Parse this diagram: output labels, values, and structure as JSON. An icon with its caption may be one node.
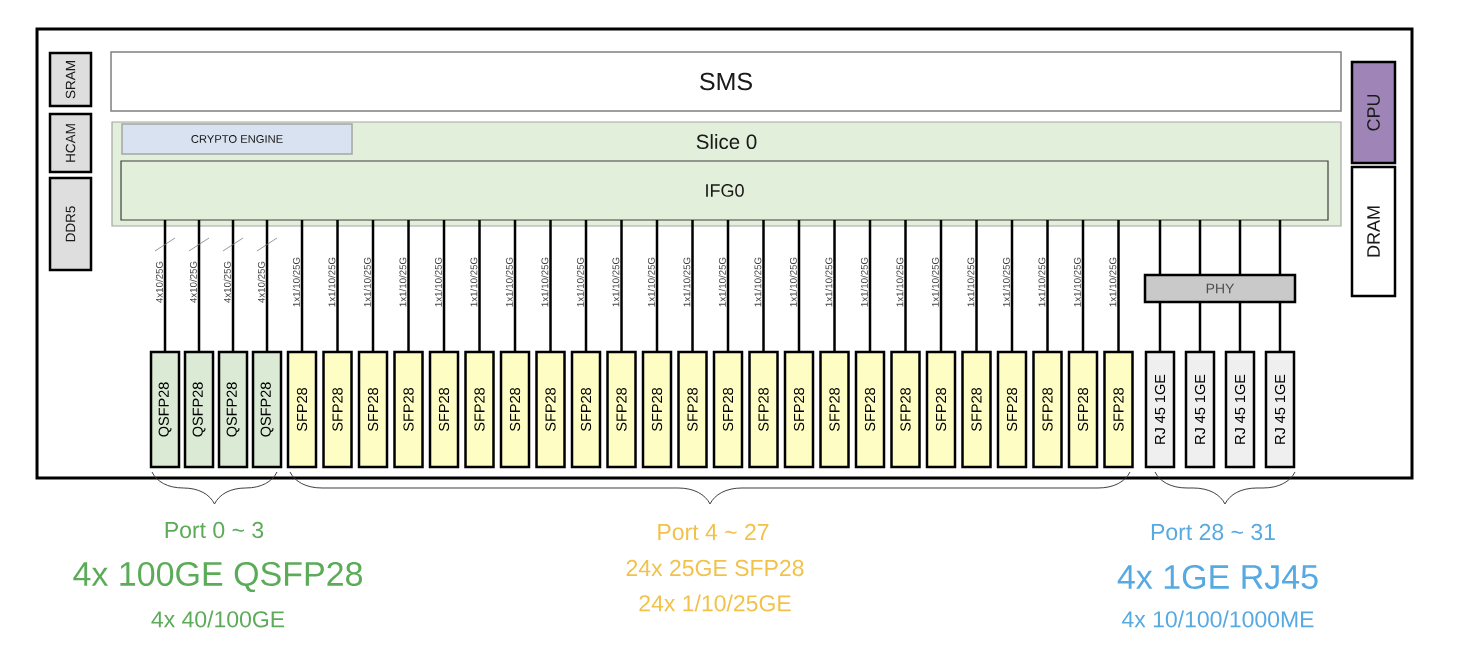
{
  "diagram": {
    "nodes": [
      {
        "text": [],
        "shape": "box"
      },
      {
        "text": [
          "SRAM"
        ],
        "in": 0
      },
      {
        "text": [
          "HCAM"
        ],
        "in": 0
      },
      {
        "text": [
          "DDR5"
        ],
        "in": 0
      },
      {
        "text": [
          "SMS"
        ],
        "in": 0
      },
      {
        "text": [
          "Slice 0"
        ],
        "in": 0
      },
      {
        "text": [
          "CRYPTO ENGINE"
        ],
        "in": 5
      },
      {
        "text": [
          "IFG0"
        ],
        "in": 5
      },
      {
        "text": [
          "CPU"
        ],
        "in": 0
      },
      {
        "text": [
          "DRAM"
        ],
        "in": 0
      },
      {
        "text": [
          "PHY"
        ],
        "in": 0
      },
      {
        "text": [
          "QSFP28"
        ],
        "in": 0
      },
      {
        "text": [
          "QSFP28"
        ],
        "in": 0
      },
      {
        "text": [
          "QSFP28"
        ],
        "in": 0
      },
      {
        "text": [
          "QSFP28"
        ],
        "in": 0
      },
      {
        "text": [
          "SFP28"
        ],
        "in": 0
      },
      {
        "text": [
          "SFP28"
        ],
        "in": 0
      },
      {
        "text": [
          "SFP28"
        ],
        "in": 0
      },
      {
        "text": [
          "SFP28"
        ],
        "in": 0
      },
      {
        "text": [
          "SFP28"
        ],
        "in": 0
      },
      {
        "text": [
          "SFP28"
        ],
        "in": 0
      },
      {
        "text": [
          "SFP28"
        ],
        "in": 0
      },
      {
        "text": [
          "SFP28"
        ],
        "in": 0
      },
      {
        "text": [
          "SFP28"
        ],
        "in": 0
      },
      {
        "text": [
          "SFP28"
        ],
        "in": 0
      },
      {
        "text": [
          "SFP28"
        ],
        "in": 0
      },
      {
        "text": [
          "SFP28"
        ],
        "in": 0
      },
      {
        "text": [
          "SFP28"
        ],
        "in": 0
      },
      {
        "text": [
          "SFP28"
        ],
        "in": 0
      },
      {
        "text": [
          "SFP28"
        ],
        "in": 0
      },
      {
        "text": [
          "SFP28"
        ],
        "in": 0
      },
      {
        "text": [
          "SFP28"
        ],
        "in": 0
      },
      {
        "text": [
          "SFP28"
        ],
        "in": 0
      },
      {
        "text": [
          "SFP28"
        ],
        "in": 0
      },
      {
        "text": [
          "SFP28"
        ],
        "in": 0
      },
      {
        "text": [
          "SFP28"
        ],
        "in": 0
      },
      {
        "text": [
          "SFP28"
        ],
        "in": 0
      },
      {
        "text": [
          "SFP28"
        ],
        "in": 0
      },
      {
        "text": [
          "SFP28"
        ],
        "in": 0
      },
      {
        "text": [
          "RJ 45 1GE"
        ],
        "in": 0
      },
      {
        "text": [
          "RJ 45 1GE"
        ],
        "in": 0
      },
      {
        "text": [
          "RJ 45 1GE"
        ],
        "in": 0
      },
      {
        "text": [
          "RJ 45 1GE"
        ],
        "in": 0
      }
    ],
    "edges": [
      {
        "from": 7,
        "to": 11,
        "arrow": "none",
        "label": "4x10/25G"
      },
      {
        "from": 7,
        "to": 12,
        "arrow": "none",
        "label": "4x10/25G"
      },
      {
        "from": 7,
        "to": 13,
        "arrow": "none",
        "label": "4x10/25G"
      },
      {
        "from": 7,
        "to": 14,
        "arrow": "none",
        "label": "4x10/25G"
      },
      {
        "from": 7,
        "to": 15,
        "arrow": "none",
        "label": "1x1/10/25G"
      },
      {
        "from": 7,
        "to": 16,
        "arrow": "none",
        "label": "1x1/10/25G"
      },
      {
        "from": 7,
        "to": 17,
        "arrow": "none",
        "label": "1x1/10/25G"
      },
      {
        "from": 7,
        "to": 18,
        "arrow": "none",
        "label": "1x1/10/25G"
      },
      {
        "from": 7,
        "to": 19,
        "arrow": "none",
        "label": "1x1/10/25G"
      },
      {
        "from": 7,
        "to": 20,
        "arrow": "none",
        "label": "1x1/10/25G"
      },
      {
        "from": 7,
        "to": 21,
        "arrow": "none",
        "label": "1x1/10/25G"
      },
      {
        "from": 7,
        "to": 22,
        "arrow": "none",
        "label": "1x1/10/25G"
      },
      {
        "from": 7,
        "to": 23,
        "arrow": "none",
        "label": "1x1/10/25G"
      },
      {
        "from": 7,
        "to": 24,
        "arrow": "none",
        "label": "1x1/10/25G"
      },
      {
        "from": 7,
        "to": 25,
        "arrow": "none",
        "label": "1x1/10/25G"
      },
      {
        "from": 7,
        "to": 26,
        "arrow": "none",
        "label": "1x1/10/25G"
      },
      {
        "from": 7,
        "to": 27,
        "arrow": "none",
        "label": "1x1/10/25G"
      },
      {
        "from": 7,
        "to": 28,
        "arrow": "none",
        "label": "1x1/10/25G"
      },
      {
        "from": 7,
        "to": 29,
        "arrow": "none",
        "label": "1x1/10/25G"
      },
      {
        "from": 7,
        "to": 30,
        "arrow": "none",
        "label": "1x1/10/25G"
      },
      {
        "from": 7,
        "to": 31,
        "arrow": "none",
        "label": "1x1/10/25G"
      },
      {
        "from": 7,
        "to": 32,
        "arrow": "none",
        "label": "1x1/10/25G"
      },
      {
        "from": 7,
        "to": 33,
        "arrow": "none",
        "label": "1x1/10/25G"
      },
      {
        "from": 7,
        "to": 34,
        "arrow": "none",
        "label": "1x1/10/25G"
      },
      {
        "from": 7,
        "to": 35,
        "arrow": "none",
        "label": "1x1/10/25G"
      },
      {
        "from": 7,
        "to": 36,
        "arrow": "none",
        "label": "1x1/10/25G"
      },
      {
        "from": 7,
        "to": 37,
        "arrow": "none",
        "label": "1x1/10/25G"
      },
      {
        "from": 7,
        "to": 38,
        "arrow": "none",
        "label": "1x1/10/25G"
      },
      {
        "from": 7,
        "to": 10,
        "arrow": "none"
      },
      {
        "from": 7,
        "to": 10,
        "arrow": "none"
      },
      {
        "from": 7,
        "to": 10,
        "arrow": "none"
      },
      {
        "from": 7,
        "to": 10,
        "arrow": "none"
      },
      {
        "from": 10,
        "to": 39,
        "arrow": "none"
      },
      {
        "from": 10,
        "to": 40,
        "arrow": "none"
      },
      {
        "from": 10,
        "to": 41,
        "arrow": "none"
      },
      {
        "from": 10,
        "to": 42,
        "arrow": "none"
      }
    ],
    "labels": [
      "Port 0 ~ 3",
      "4x 100GE QSFP28",
      "4x 40/100GE",
      "Port 4 ~ 27",
      "24x 25GE SFP28",
      "24x 1/10/25GE",
      "Port 28 ~ 31",
      "4x 1GE RJ45",
      "4x 10/100/1000ME"
    ]
  }
}
